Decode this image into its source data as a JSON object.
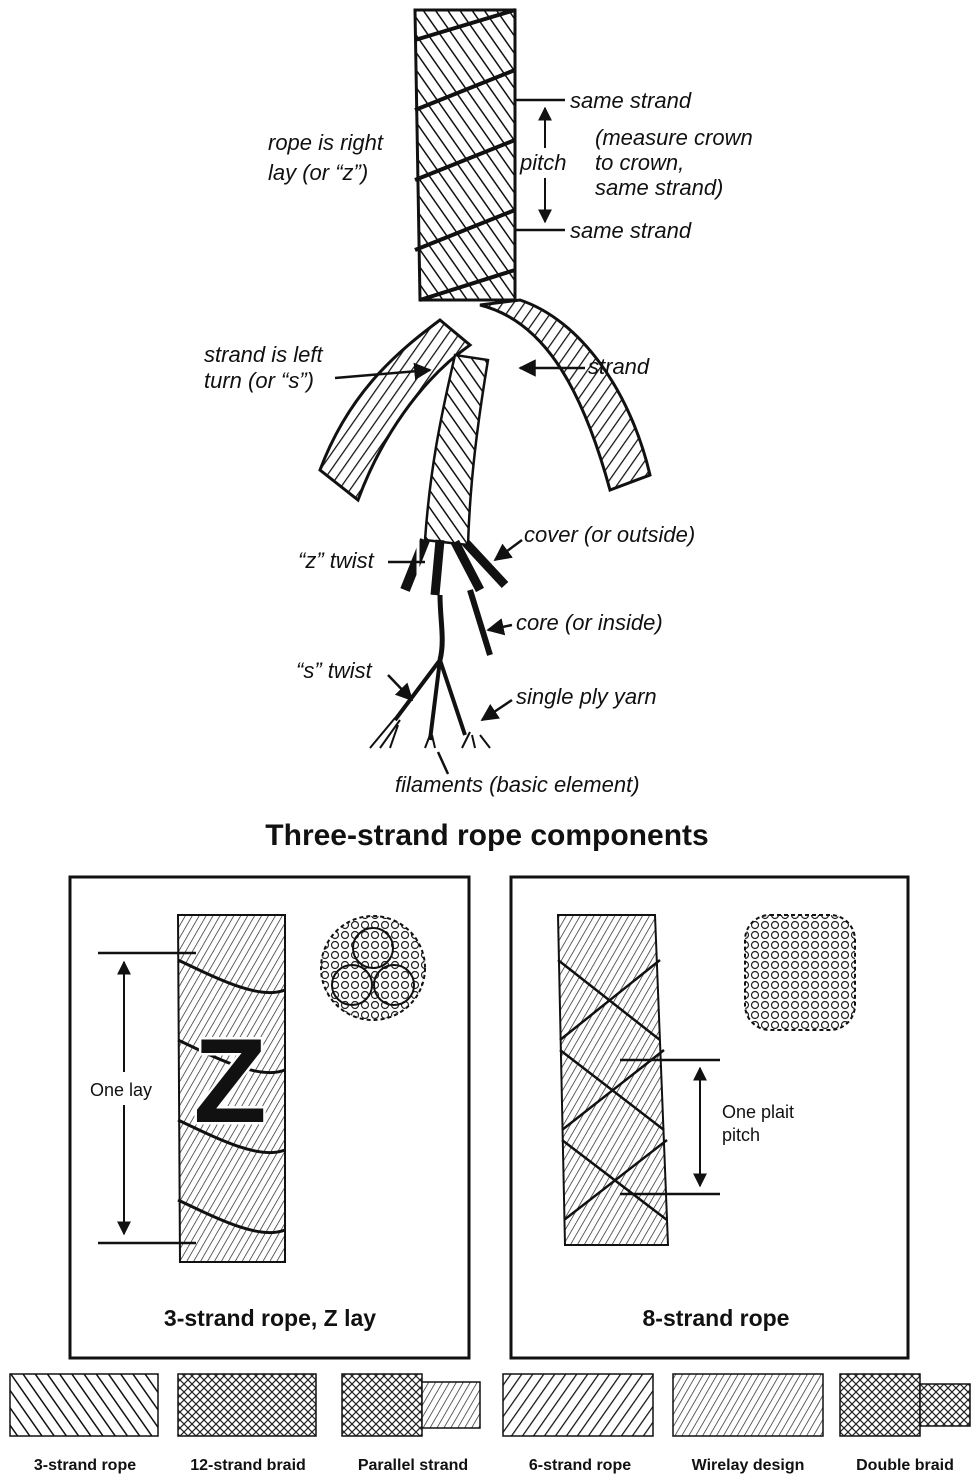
{
  "top_diagram": {
    "labels": {
      "rope_lay_line1": "rope is right",
      "rope_lay_line2": "lay (or “z”)",
      "same_strand_top": "same strand",
      "pitch": "pitch",
      "measure_line1": "(measure crown",
      "measure_line2": "to crown,",
      "measure_line3": "same strand)",
      "same_strand_bottom": "same strand",
      "strand_left_line1": "strand is left",
      "strand_left_line2": "turn (or “s”)",
      "strand": "strand",
      "cover": "cover (or outside)",
      "z_twist": "“z” twist",
      "core": "core (or inside)",
      "s_twist": "“s” twist",
      "single_ply": "single ply yarn",
      "filaments": "filaments (basic element)"
    },
    "title": "Three-strand rope components"
  },
  "panels": [
    {
      "caption": "3-strand rope, Z lay",
      "measure_label": "One lay",
      "letter": "Z"
    },
    {
      "caption": "8-strand rope",
      "measure_line1": "One plait",
      "measure_line2": "pitch"
    }
  ],
  "samples": [
    "3-strand rope",
    "12-strand braid",
    "Parallel strand",
    "6-strand rope",
    "Wirelay design",
    "Double braid"
  ]
}
